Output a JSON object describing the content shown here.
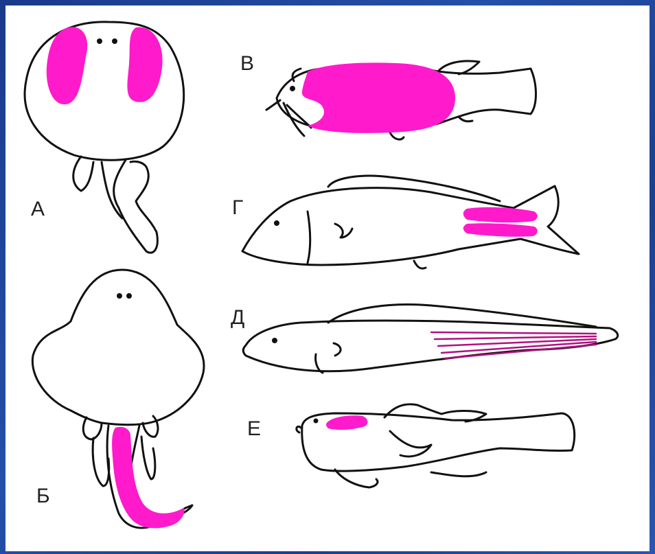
{
  "labels": {
    "a": "А",
    "b": "Б",
    "v": "В",
    "g": "Г",
    "d": "Д",
    "e": "Е"
  },
  "colors": {
    "organ": "#ff1acb",
    "organ_lines": "#b0127e",
    "outline": "#111111",
    "background": "#2450a8",
    "panel": "#ffffff"
  }
}
